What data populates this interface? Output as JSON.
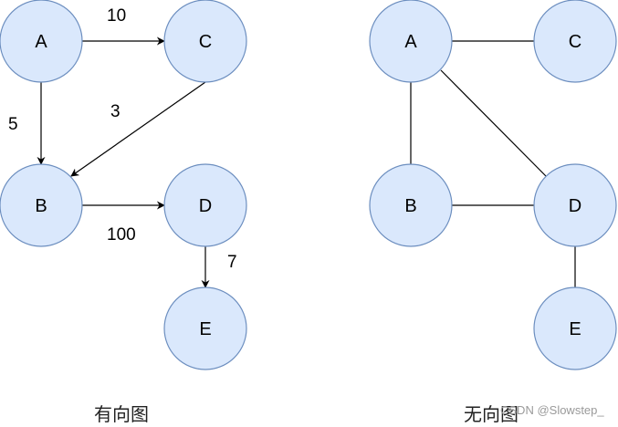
{
  "directed_graph": {
    "caption": "有向图",
    "nodes": [
      {
        "id": "A",
        "label": "A"
      },
      {
        "id": "C",
        "label": "C"
      },
      {
        "id": "B",
        "label": "B"
      },
      {
        "id": "D",
        "label": "D"
      },
      {
        "id": "E",
        "label": "E"
      }
    ],
    "edges": [
      {
        "from": "A",
        "to": "C",
        "weight": "10"
      },
      {
        "from": "A",
        "to": "B",
        "weight": "5"
      },
      {
        "from": "C",
        "to": "B",
        "weight": "3"
      },
      {
        "from": "B",
        "to": "D",
        "weight": "100"
      },
      {
        "from": "D",
        "to": "E",
        "weight": "7"
      }
    ]
  },
  "undirected_graph": {
    "caption": "无向图",
    "nodes": [
      {
        "id": "A",
        "label": "A"
      },
      {
        "id": "C",
        "label": "C"
      },
      {
        "id": "B",
        "label": "B"
      },
      {
        "id": "D",
        "label": "D"
      },
      {
        "id": "E",
        "label": "E"
      }
    ],
    "edges": [
      {
        "from": "A",
        "to": "C"
      },
      {
        "from": "A",
        "to": "B"
      },
      {
        "from": "A",
        "to": "D"
      },
      {
        "from": "B",
        "to": "D"
      },
      {
        "from": "D",
        "to": "E"
      }
    ]
  },
  "watermark": "CSDN @Slowstep_",
  "colors": {
    "node_fill": "#dae8fc",
    "node_stroke": "#6c8ebf",
    "edge": "#000000"
  }
}
